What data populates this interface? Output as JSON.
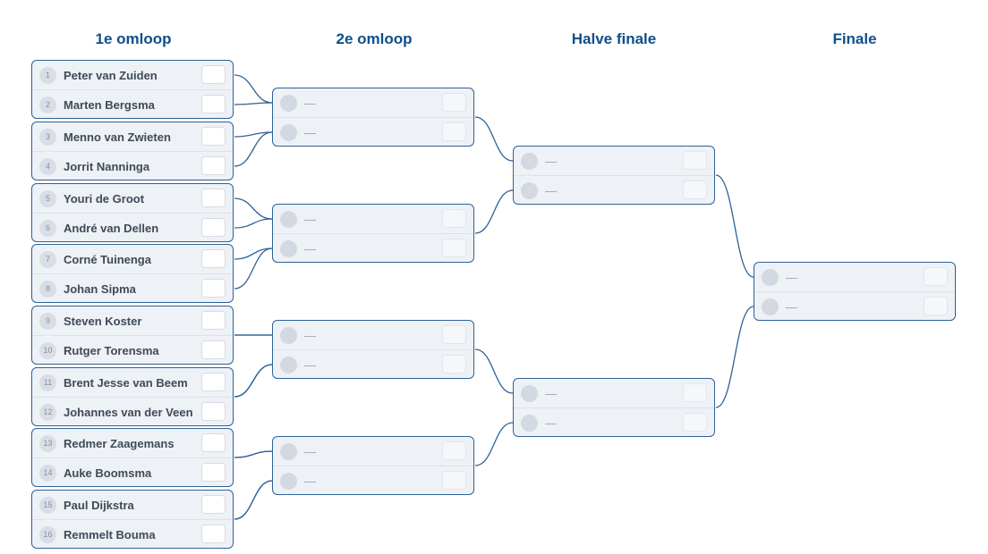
{
  "rounds": [
    {
      "title": "1e omloop"
    },
    {
      "title": "2e omloop"
    },
    {
      "title": "Halve finale"
    },
    {
      "title": "Finale"
    }
  ],
  "round1": [
    {
      "top": {
        "seed": "1",
        "name": "Peter van Zuiden"
      },
      "bottom": {
        "seed": "2",
        "name": "Marten Bergsma"
      }
    },
    {
      "top": {
        "seed": "3",
        "name": "Menno van Zwieten"
      },
      "bottom": {
        "seed": "4",
        "name": "Jorrit Nanninga"
      }
    },
    {
      "top": {
        "seed": "5",
        "name": "Youri de Groot"
      },
      "bottom": {
        "seed": "6",
        "name": "André van Dellen"
      }
    },
    {
      "top": {
        "seed": "7",
        "name": "Corné Tuinenga"
      },
      "bottom": {
        "seed": "8",
        "name": "Johan Sipma"
      }
    },
    {
      "top": {
        "seed": "9",
        "name": "Steven Koster"
      },
      "bottom": {
        "seed": "10",
        "name": "Rutger Torensma"
      }
    },
    {
      "top": {
        "seed": "11",
        "name": "Brent Jesse van Beem"
      },
      "bottom": {
        "seed": "12",
        "name": "Johannes van der Veen"
      }
    },
    {
      "top": {
        "seed": "13",
        "name": "Redmer Zaagemans"
      },
      "bottom": {
        "seed": "14",
        "name": "Auke Boomsma"
      }
    },
    {
      "top": {
        "seed": "15",
        "name": "Paul Dijkstra"
      },
      "bottom": {
        "seed": "16",
        "name": "Remmelt Bouma"
      }
    }
  ],
  "placeholder": "—",
  "colors": {
    "accent": "#0e4f8a",
    "border": "#2e6196",
    "card": "#eef1f5",
    "connector": "#2e6196"
  }
}
